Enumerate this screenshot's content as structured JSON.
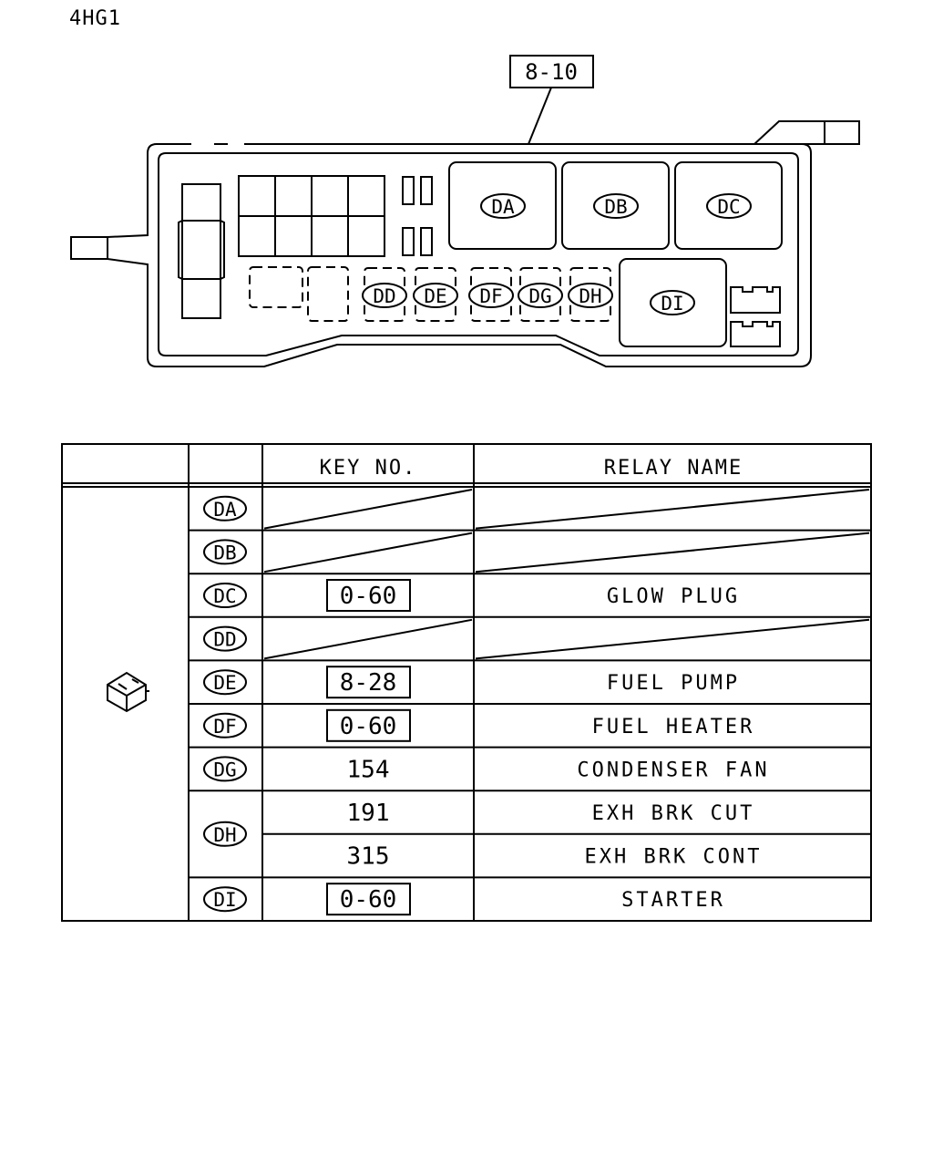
{
  "model": "4HG1",
  "reference": "8-10",
  "box_relays": [
    {
      "code": "DA"
    },
    {
      "code": "DB"
    },
    {
      "code": "DC"
    },
    {
      "code": "DD"
    },
    {
      "code": "DE"
    },
    {
      "code": "DF"
    },
    {
      "code": "DG"
    },
    {
      "code": "DH"
    },
    {
      "code": "DI"
    }
  ],
  "table": {
    "headers": [
      "",
      "",
      "KEY NO.",
      "RELAY NAME"
    ],
    "symbol_icon": "relay-cube-icon",
    "rows": [
      {
        "code": "DA",
        "entries": []
      },
      {
        "code": "DB",
        "entries": []
      },
      {
        "code": "DC",
        "entries": [
          {
            "key": "0-60",
            "boxed": true,
            "name": "GLOW PLUG"
          }
        ]
      },
      {
        "code": "DD",
        "entries": []
      },
      {
        "code": "DE",
        "entries": [
          {
            "key": "8-28",
            "boxed": true,
            "name": "FUEL PUMP"
          }
        ]
      },
      {
        "code": "DF",
        "entries": [
          {
            "key": "0-60",
            "boxed": true,
            "name": "FUEL HEATER"
          }
        ]
      },
      {
        "code": "DG",
        "entries": [
          {
            "key": "154",
            "boxed": false,
            "name": "CONDENSER FAN"
          }
        ]
      },
      {
        "code": "DH",
        "entries": [
          {
            "key": "191",
            "boxed": false,
            "name": "EXH BRK CUT"
          },
          {
            "key": "315",
            "boxed": false,
            "name": "EXH BRK CONT"
          }
        ]
      },
      {
        "code": "DI",
        "entries": [
          {
            "key": "0-60",
            "boxed": true,
            "name": "STARTER"
          }
        ]
      }
    ]
  }
}
